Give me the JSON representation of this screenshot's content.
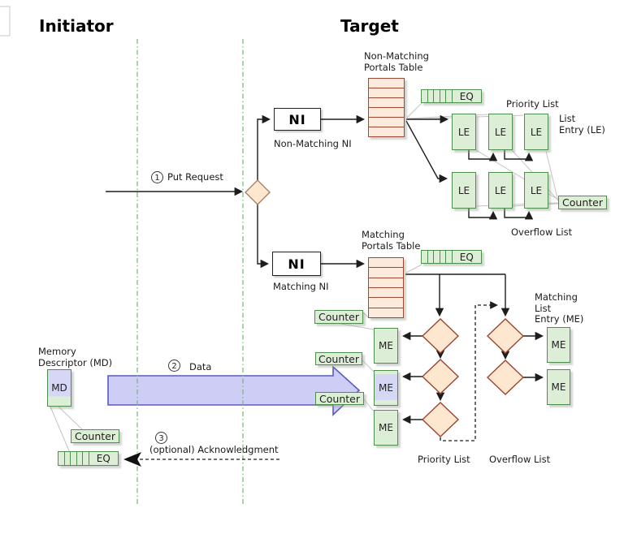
{
  "titles": {
    "initiator": "Initiator",
    "target": "Target"
  },
  "steps": {
    "one": {
      "num": "1",
      "label": "Put Request"
    },
    "two": {
      "num": "2",
      "label": "Data"
    },
    "three": {
      "num": "3",
      "label": "(optional) Acknowledgment"
    }
  },
  "boxes": {
    "ni": "NI",
    "le": "LE",
    "me": "ME",
    "md": "MD",
    "eq": "EQ",
    "counter": "Counter"
  },
  "labels": {
    "non_matching_ni": "Non-Matching NI",
    "matching_ni": "Matching NI",
    "non_matching_portals_table": "Non-Matching\nPortals Table",
    "matching_portals_table": "Matching\nPortals Table",
    "priority_list": "Priority List",
    "overflow_list": "Overflow List",
    "list_entry": "List\nEntry (LE)",
    "matching_list_entry": "Matching\nList\nEntry (ME)",
    "memory_descriptor": "Memory\nDescriptor (MD)"
  },
  "colors": {
    "green_box_fill": "#ddeed6",
    "green_box_border": "#4e8f4e",
    "table_fill": "#fcebdc",
    "table_border": "#9c4a33",
    "diamond_fill": "#fde7cf",
    "diamond_border": "#9e4433",
    "data_arrow_fill": "#cdcdf6",
    "data_arrow_border": "#5a5abf",
    "lane_line": "#76b576"
  }
}
